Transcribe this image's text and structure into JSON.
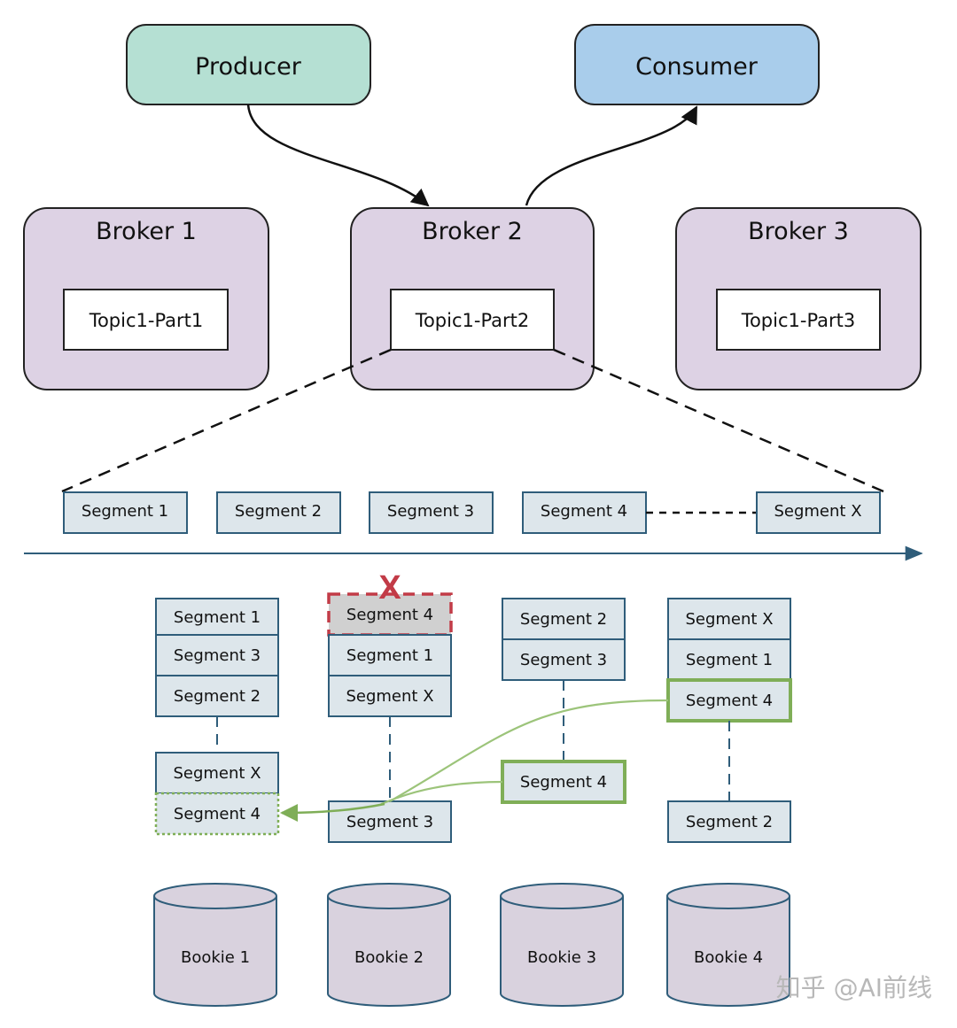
{
  "producer": {
    "label": "Producer"
  },
  "consumer": {
    "label": "Consumer"
  },
  "brokers": [
    {
      "label": "Broker 1",
      "topic": "Topic1-Part1"
    },
    {
      "label": "Broker 2",
      "topic": "Topic1-Part2"
    },
    {
      "label": "Broker 3",
      "topic": "Topic1-Part3"
    }
  ],
  "timeline": {
    "segments": [
      "Segment 1",
      "Segment 2",
      "Segment 3",
      "Segment 4",
      "Segment X"
    ]
  },
  "bookies": [
    {
      "label": "Bookie 1",
      "segments": [
        "Segment 1",
        "Segment 3",
        "Segment 2",
        "Segment X",
        "Segment 4"
      ]
    },
    {
      "label": "Bookie 2",
      "failed_marker": "X",
      "segments": [
        "Segment 4",
        "Segment 1",
        "Segment X",
        "Segment 3"
      ]
    },
    {
      "label": "Bookie 3",
      "segments": [
        "Segment 2",
        "Segment 3",
        "Segment 4"
      ]
    },
    {
      "label": "Bookie 4",
      "segments": [
        "Segment X",
        "Segment 1",
        "Segment 4",
        "Segment 2"
      ]
    }
  ],
  "watermark": "知乎 @AI前线",
  "colors": {
    "producer_fill": "#b5e0d3",
    "consumer_fill": "#a9cdeb",
    "broker_fill": "#ddd2e4",
    "segment_fill": "#dde6eb",
    "segment_stroke": "#2f5d7a",
    "bookie_fill": "#d9d2de",
    "failed_stroke": "#c23b47",
    "recovery_green": "#7fae57",
    "timeline": "#2f5d7a"
  }
}
